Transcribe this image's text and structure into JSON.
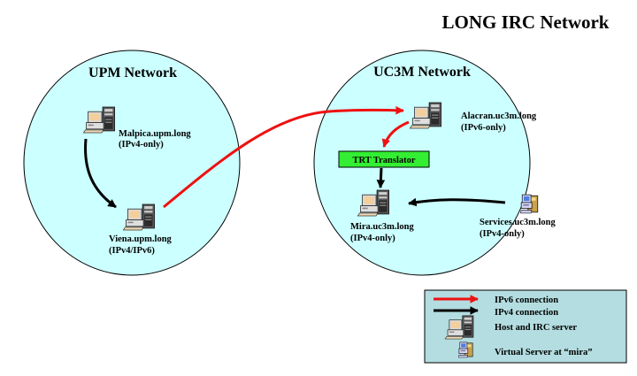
{
  "title": "LONG IRC Network",
  "networks": {
    "upm": {
      "label": "UPM Network"
    },
    "uc3m": {
      "label": "UC3M Network"
    }
  },
  "hosts": {
    "malpica": {
      "name": "Malpica.upm.long",
      "type": "(IPv4-only)",
      "icon": "host-and-irc-server-icon"
    },
    "viena": {
      "name": "Viena.upm.long",
      "type": "(IPv4/IPv6)",
      "icon": "host-and-irc-server-icon"
    },
    "alacran": {
      "name": "Alacran.uc3m.long",
      "type": "(IPv6-only)",
      "icon": "host-and-irc-server-icon"
    },
    "mira": {
      "name": "Mira.uc3m.long",
      "type": "(IPv4-only)",
      "icon": "host-and-irc-server-icon"
    },
    "services": {
      "name": "Services.uc3m.long",
      "type": "(IPv4-only)",
      "icon": "virtual-server-icon"
    }
  },
  "translator": {
    "label": "TRT Translator",
    "color": "#33ee33"
  },
  "legend": {
    "ipv6": "IPv6 connection",
    "ipv4": "IPv4 connection",
    "host": "Host and IRC server",
    "virtual": "Virtual Server at “mira”"
  },
  "colors": {
    "network_fill": "#ccffff",
    "legend_fill": "#b3dde0",
    "ipv6_arrow": "#ee1111",
    "ipv4_arrow": "#000000"
  }
}
